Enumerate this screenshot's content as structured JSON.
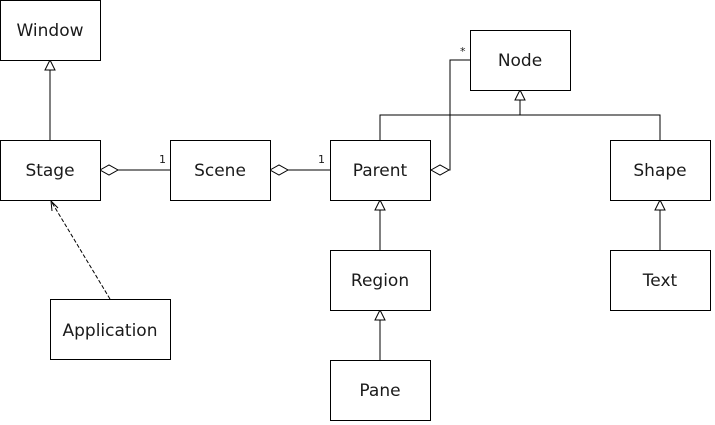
{
  "classes": {
    "window": "Window",
    "stage": "Stage",
    "scene": "Scene",
    "parent": "Parent",
    "node": "Node",
    "shape": "Shape",
    "region": "Region",
    "pane": "Pane",
    "text": "Text",
    "application": "Application"
  },
  "multiplicities": {
    "stage_scene": "1",
    "scene_parent": "1",
    "parent_node": "*"
  }
}
